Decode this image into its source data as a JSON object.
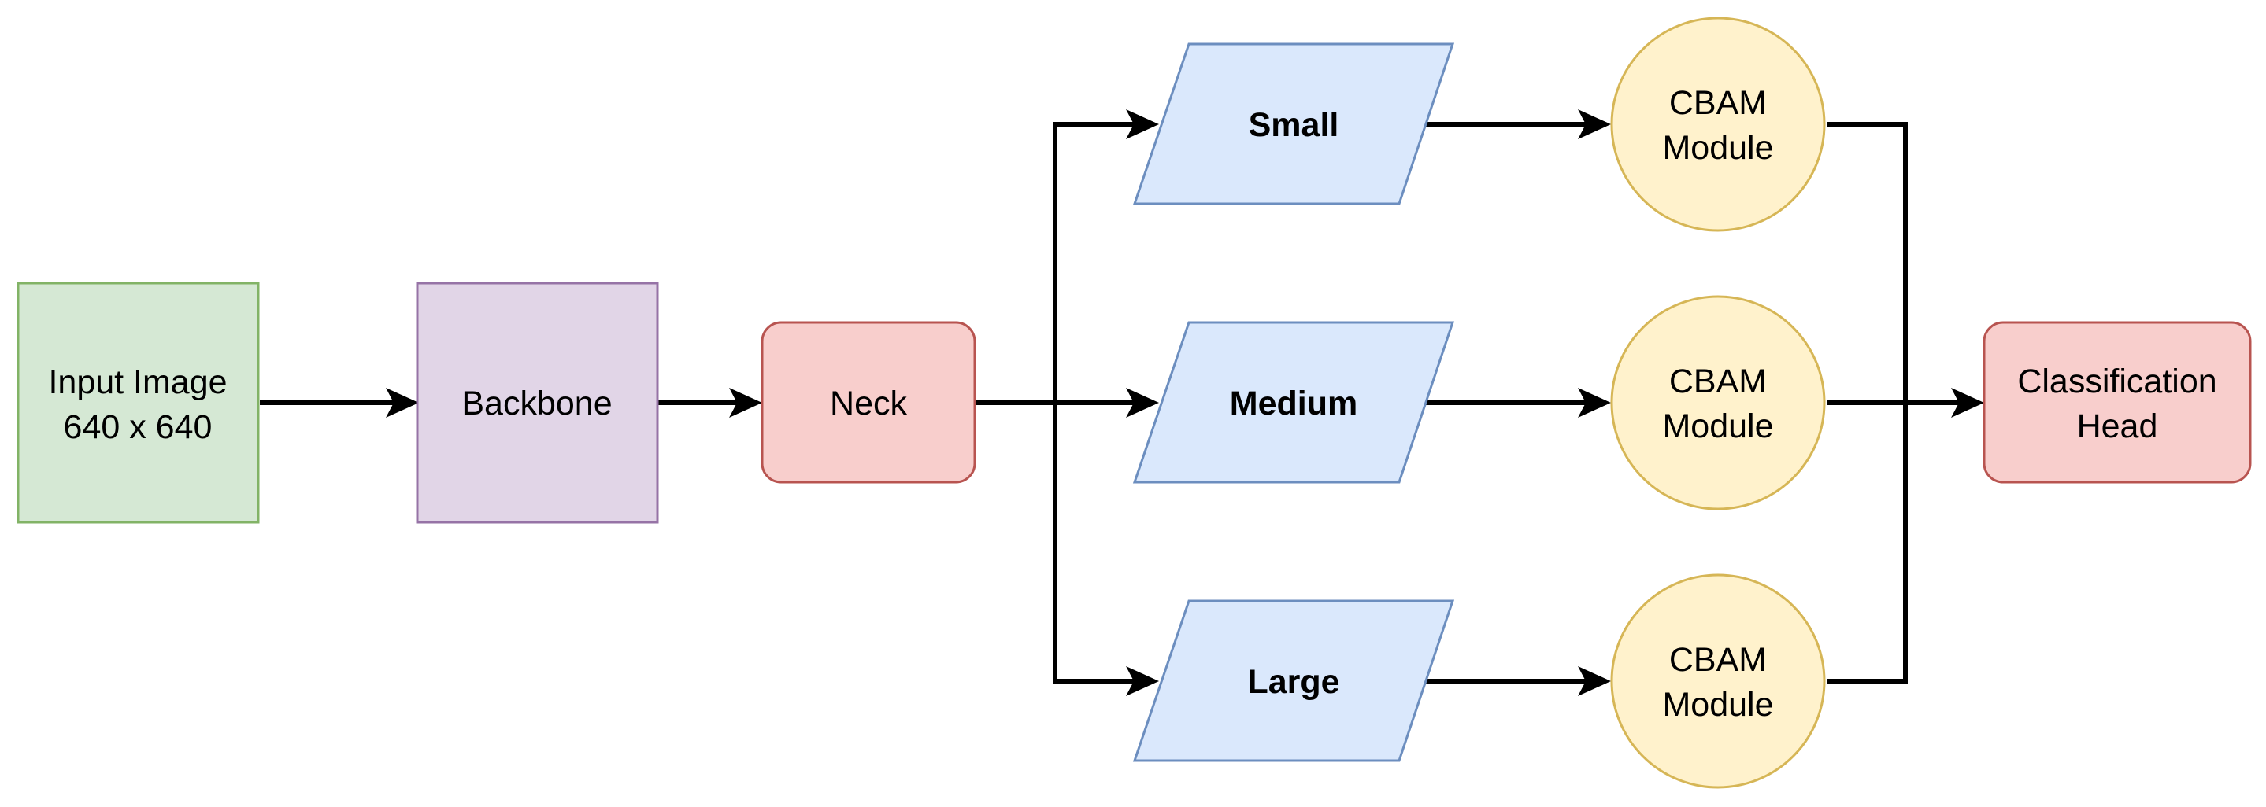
{
  "diagram": {
    "input": {
      "line1": "Input Image",
      "line2": "640 x 640"
    },
    "backbone": {
      "label": "Backbone"
    },
    "neck": {
      "label": "Neck"
    },
    "scales": [
      {
        "label": "Small"
      },
      {
        "label": "Medium"
      },
      {
        "label": "Large"
      }
    ],
    "cbam": [
      {
        "line1": "CBAM",
        "line2": "Module"
      },
      {
        "line1": "CBAM",
        "line2": "Module"
      },
      {
        "line1": "CBAM",
        "line2": "Module"
      }
    ],
    "head": {
      "line1": "Classification",
      "line2": "Head"
    }
  },
  "colors": {
    "input_fill": "#d5e8d4",
    "input_stroke": "#82b366",
    "backbone_fill": "#e1d5e7",
    "backbone_stroke": "#9673a6",
    "neck_fill": "#f8cecc",
    "neck_stroke": "#b85450",
    "scale_fill": "#dae8fc",
    "scale_stroke": "#6c8ebf",
    "cbam_fill": "#fff2cc",
    "cbam_stroke": "#d6b656",
    "head_fill": "#f8cecc",
    "head_stroke": "#b85450"
  }
}
